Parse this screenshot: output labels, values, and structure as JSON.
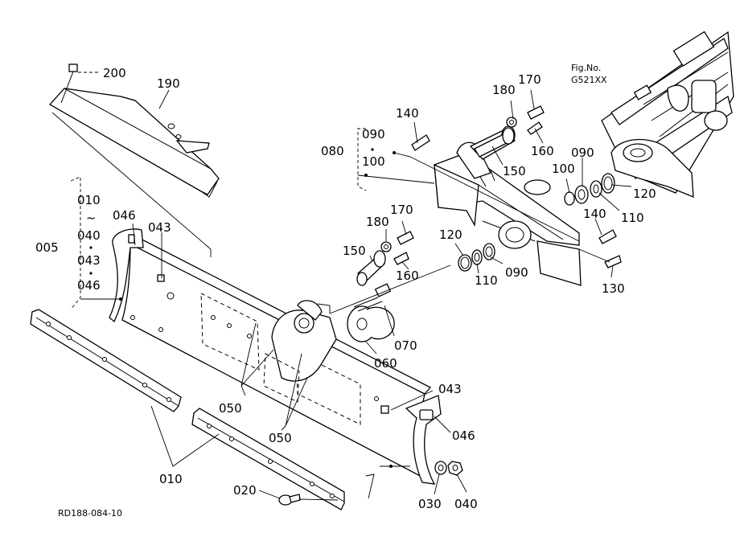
{
  "figure": {
    "fig_no_line1": "Fig.No.",
    "fig_no_line2": "G521XX",
    "drawing_id": "RD188-084-10"
  },
  "callouts": {
    "c200": "200",
    "c190": "190",
    "c010_top": "010",
    "c_tilde": "~",
    "c040_top": "040",
    "c043_top": "043",
    "c046_top": "046",
    "c005": "005",
    "c046_left": "046",
    "c043_left": "043",
    "c140_top": "140",
    "c180_top": "180",
    "c170_top": "170",
    "c090_group": "090",
    "c100_group": "100",
    "c080": "080",
    "c150_top": "150",
    "c160_top": "160",
    "c100_right": "100",
    "c090_right": "090",
    "c120_right": "120",
    "c110_right": "110",
    "c140_right": "140",
    "c130": "130",
    "c180_mid": "180",
    "c170_mid": "170",
    "c150_mid": "150",
    "c160_mid": "160",
    "c120_mid": "120",
    "c110_mid": "110",
    "c090_mid": "090",
    "c070": "070",
    "c060": "060",
    "c043_right": "043",
    "c046_right": "046",
    "c050_a": "050",
    "c050_b": "050",
    "c010_bottom": "010",
    "c020": "020",
    "c030": "030",
    "c040_bottom": "040"
  }
}
